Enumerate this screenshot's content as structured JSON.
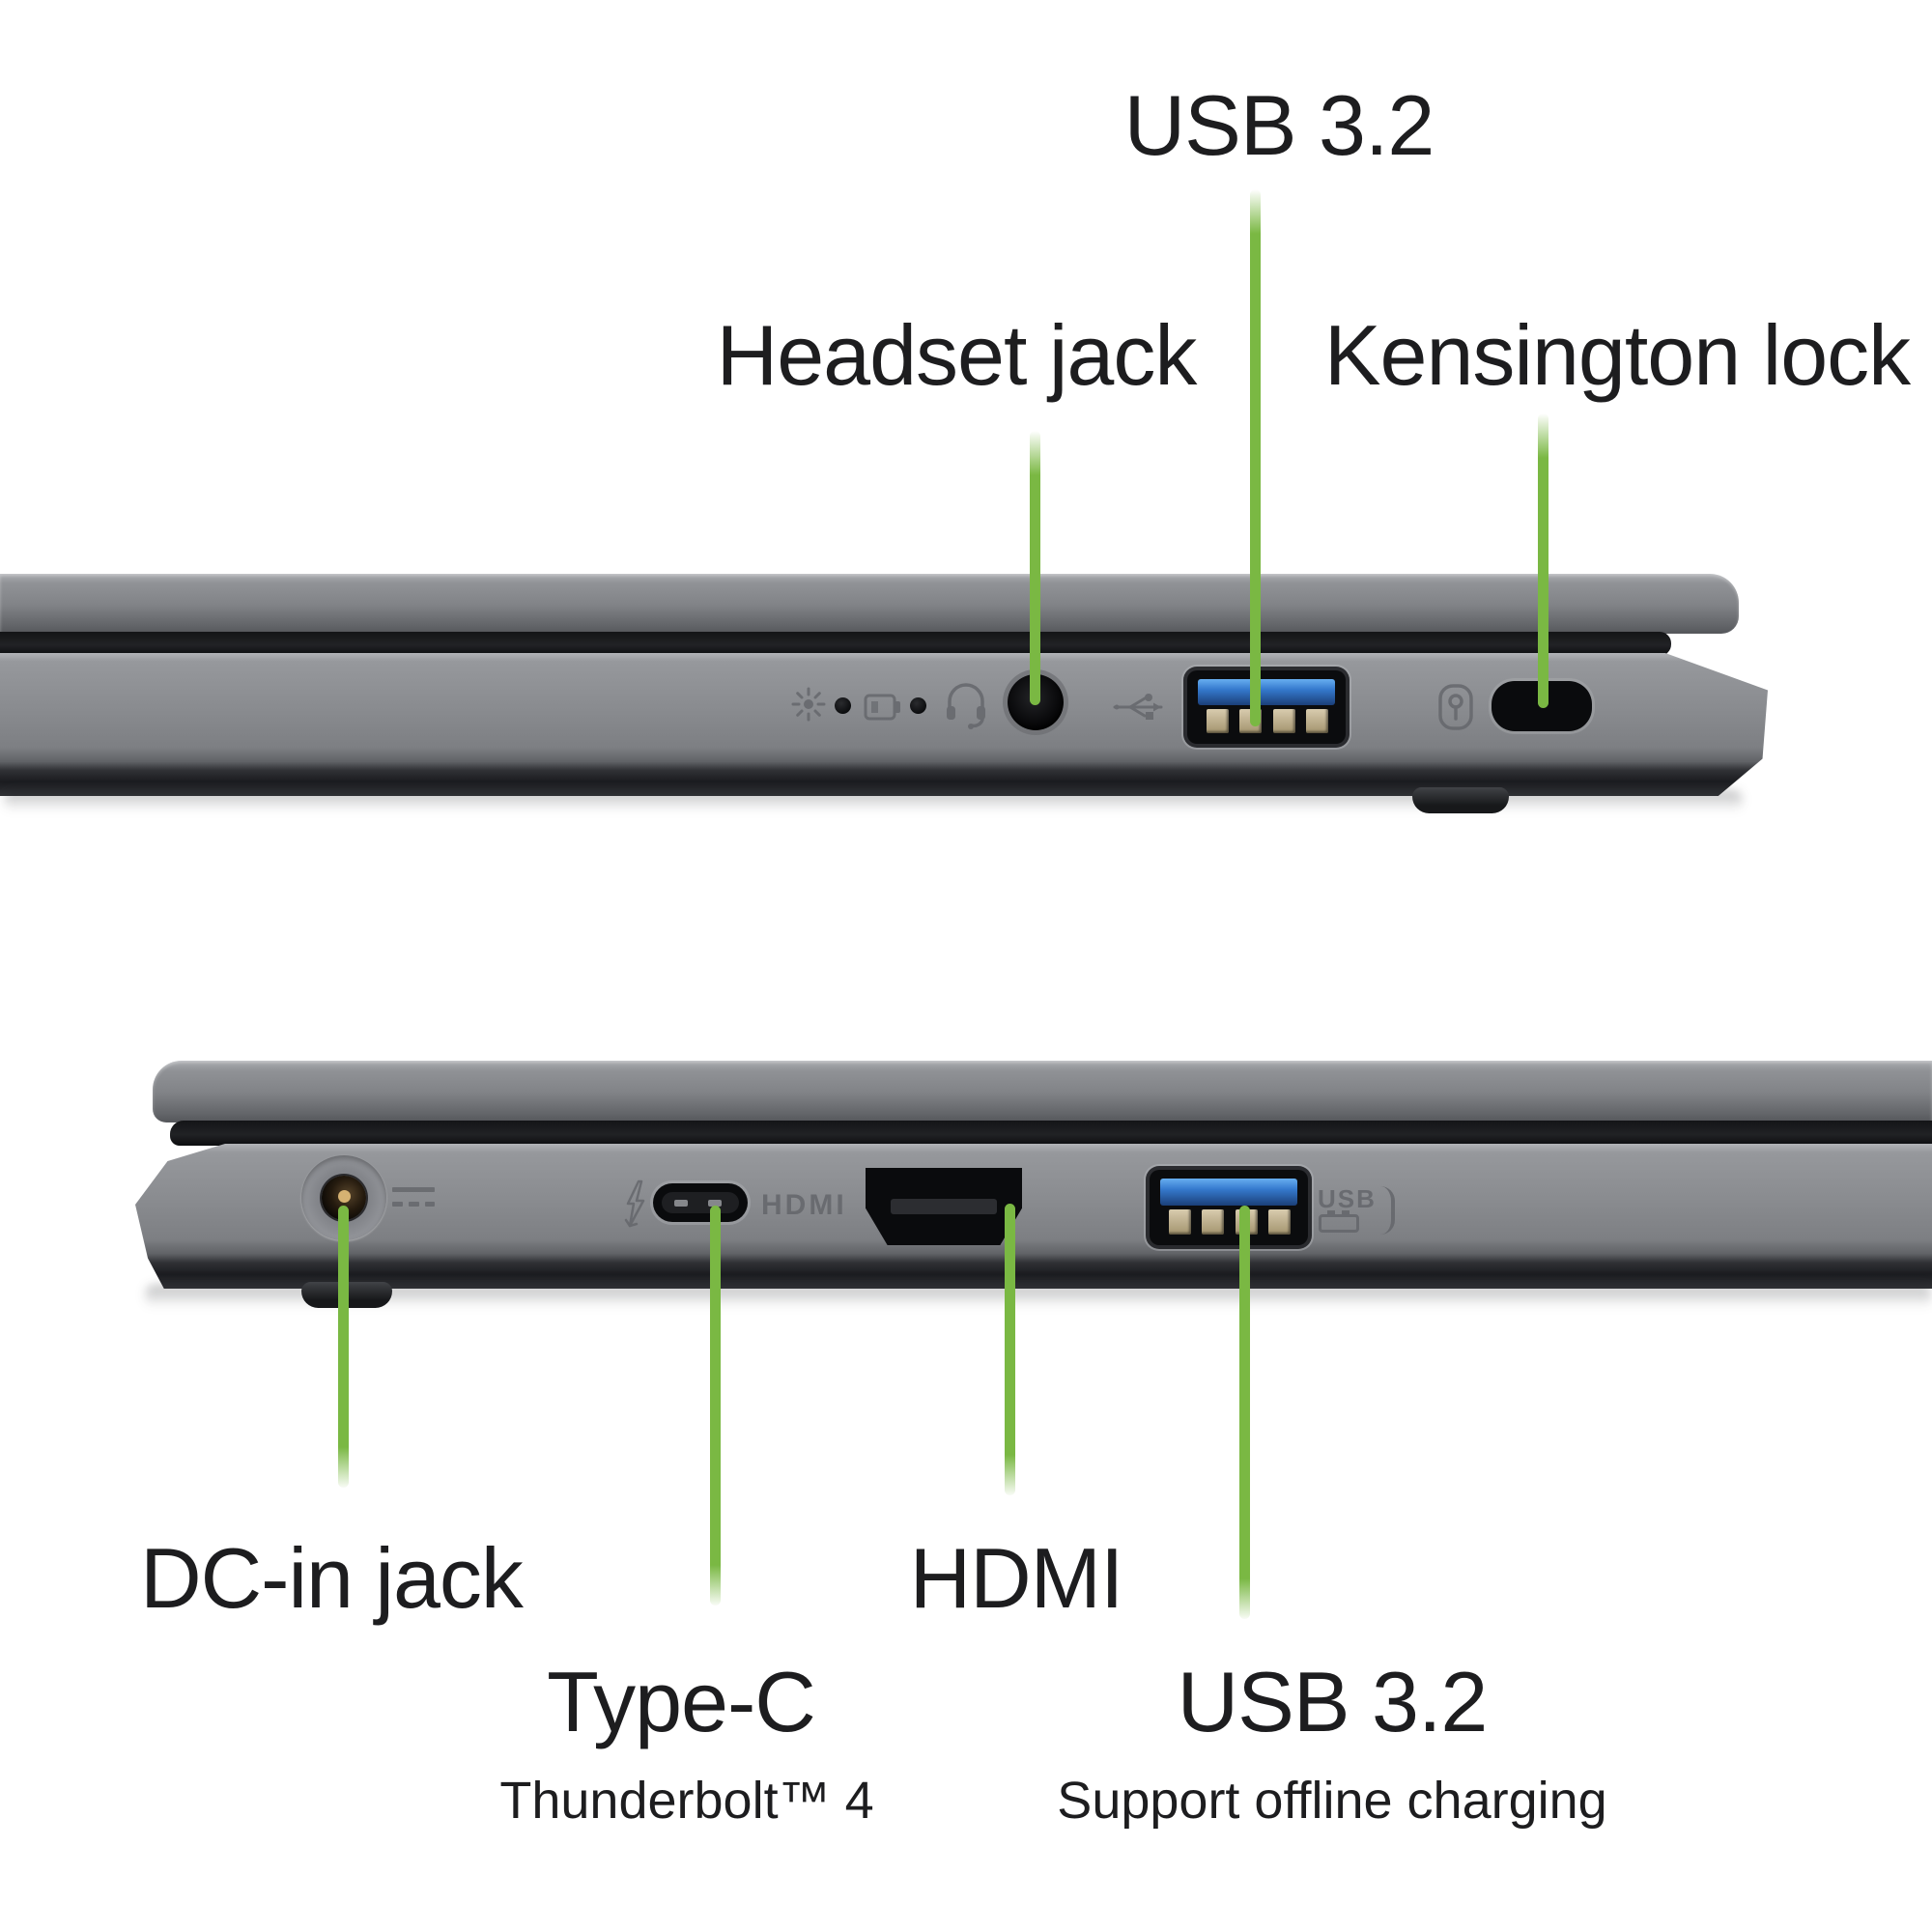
{
  "diagram": {
    "background": "#ffffff",
    "accent_green": "#7ab843",
    "label_text_color": "#1d1d1f",
    "chassis_color": "#86888c"
  },
  "right_view": {
    "callouts": {
      "usb32": {
        "label": "USB 3.2"
      },
      "headset": {
        "label": "Headset jack"
      },
      "kensington": {
        "label": "Kensington lock"
      }
    },
    "icons": {
      "power_led": "power-indicator-icon",
      "battery_led": "battery-indicator-icon",
      "headset": "headset-icon",
      "usb": "usb-trident-icon",
      "kensington": "kensington-keyhole-icon"
    }
  },
  "left_view": {
    "callouts": {
      "dcin": {
        "label": "DC-in jack"
      },
      "typec": {
        "label": "Type-C",
        "sublabel": "Thunderbolt™ 4"
      },
      "hdmi": {
        "label": "HDMI"
      },
      "usb32": {
        "label": "USB 3.2",
        "sublabel": "Support offline charging"
      }
    },
    "engravings": {
      "hdmi": "HDMI",
      "usb": "USB"
    },
    "icons": {
      "dc_in": "dc-in-symbol-icon",
      "thunderbolt": "thunderbolt-icon",
      "usb_charging": "usb-battery-icon"
    }
  }
}
